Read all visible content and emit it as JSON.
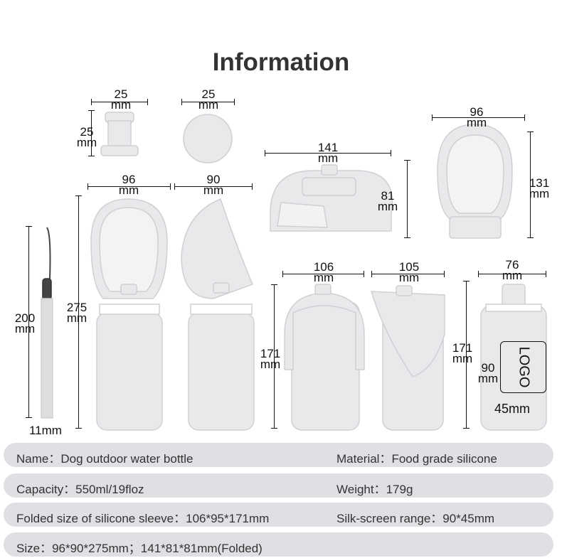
{
  "title": "Information",
  "dims": {
    "cap_w": {
      "v": "25",
      "u": "mm"
    },
    "cap_h": {
      "v": "25",
      "u": "mm"
    },
    "lid_w": {
      "v": "25",
      "u": "mm"
    },
    "folded_w": {
      "v": "141",
      "u": "mm"
    },
    "folded_h": {
      "v": "81",
      "u": "mm"
    },
    "bowl_w": {
      "v": "96",
      "u": "mm"
    },
    "bowl_h": {
      "v": "131",
      "u": "mm"
    },
    "front_w": {
      "v": "96",
      "u": "mm"
    },
    "side_w": {
      "v": "90",
      "u": "mm"
    },
    "strap_h": {
      "v": "200",
      "u": "mm"
    },
    "strap_w": "11mm",
    "bottle_h": {
      "v": "275",
      "u": "mm"
    },
    "sleeve_w": {
      "v": "106",
      "u": "mm"
    },
    "sleeve_side_w": {
      "v": "105",
      "u": "mm"
    },
    "body_w": {
      "v": "76",
      "u": "mm"
    },
    "sleeve_h": {
      "v": "171",
      "u": "mm"
    },
    "body_h": {
      "v": "171",
      "u": "mm"
    },
    "print_h": {
      "v": "90",
      "u": "mm"
    },
    "print_w": "45mm"
  },
  "logo_text": "LOGO",
  "specs": [
    [
      "Name：Dog outdoor water bottle",
      "Material：Food grade silicone"
    ],
    [
      "Capacity：550ml/19floz",
      "Weight：179g"
    ],
    [
      "Folded size of silicone sleeve：106*95*171mm",
      "Silk-screen range：90*45mm"
    ],
    [
      "Size：96*90*275mm；141*81*81mm(Folded)",
      ""
    ]
  ]
}
